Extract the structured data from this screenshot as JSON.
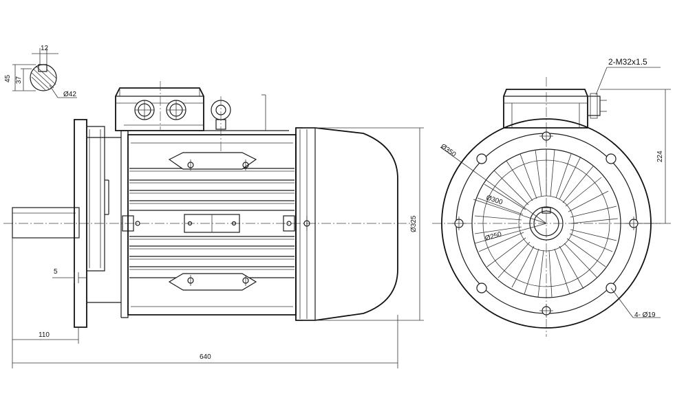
{
  "labels": {
    "key_width": "12",
    "key_height_45": "45",
    "key_height_37": "37",
    "shaft_dia": "Ø42",
    "thread": "2-M32x1.5",
    "flange_pcd_350": "Ø350",
    "flange_pcd_300": "Ø300",
    "flange_spigot_250": "Ø250",
    "body_dia_325": "Ø325",
    "height_224": "224",
    "flange_thickness": "5",
    "shaft_length": "110",
    "overall_length": "640",
    "bolt_holes": "4- Ø19"
  }
}
